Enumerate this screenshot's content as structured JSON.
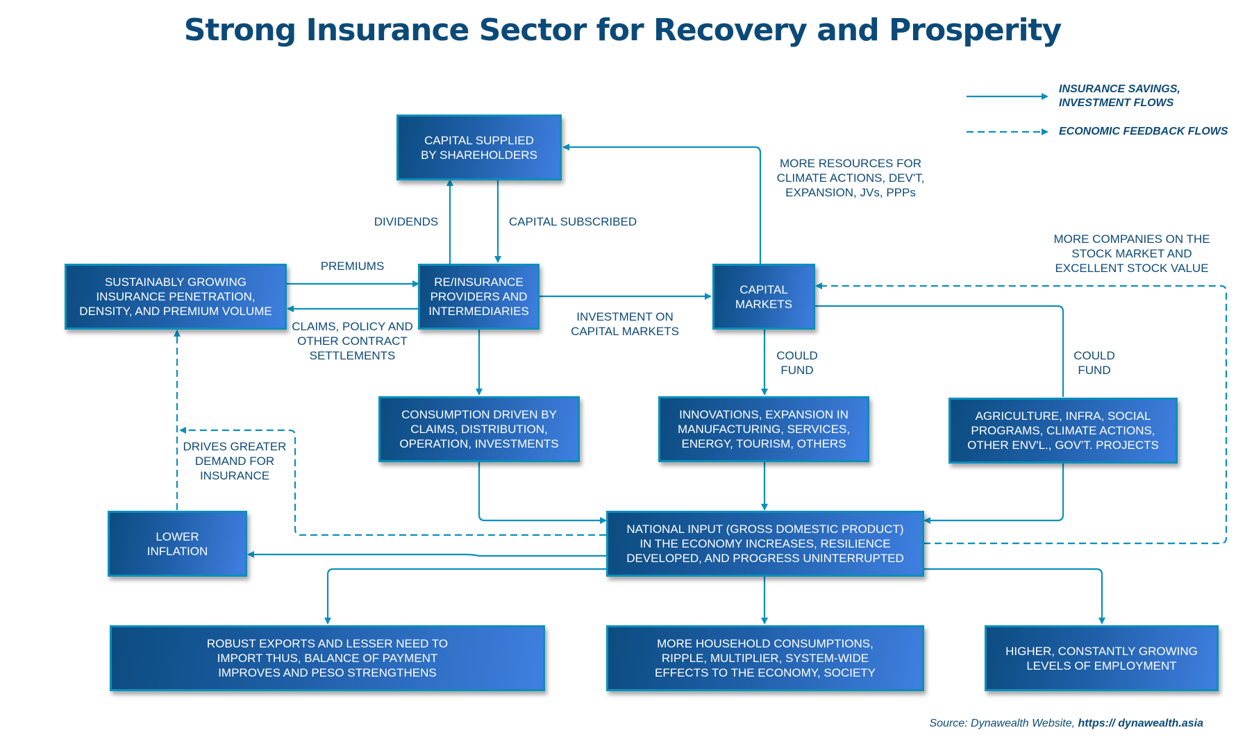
{
  "title": "Strong Insurance Sector for Recovery and Prosperity",
  "legend": {
    "solid": "INSURANCE SAVINGS,\nINVESTMENT FLOWS",
    "dashed": "ECONOMIC FEEDBACK FLOWS"
  },
  "colors": {
    "title": "#0b4a78",
    "line": "#0a8fbd",
    "node_dark": "#0c4c80",
    "node_light": "#3f7fe0"
  },
  "nodes": {
    "capital_supplied": "CAPITAL SUPPLIED\nBY SHAREHOLDERS",
    "growing_penetration": "SUSTAINABLY GROWING\nINSURANCE PENETRATION,\nDENSITY, AND PREMIUM VOLUME",
    "reinsurance": "RE/INSURANCE\nPROVIDERS AND\nINTERMEDIARIES",
    "capital_markets": "CAPITAL\nMARKETS",
    "consumption": "CONSUMPTION DRIVEN BY\nCLAIMS, DISTRIBUTION,\nOPERATION, INVESTMENTS",
    "innovations": "INNOVATIONS, EXPANSION IN\nMANUFACTURING, SERVICES,\nENERGY, TOURISM, OTHERS",
    "agriculture": "AGRICULTURE, INFRA, SOCIAL\nPROGRAMS, CLIMATE ACTIONS,\nOTHER ENV'L., GOV'T. PROJECTS",
    "lower_inflation": "LOWER\nINFLATION",
    "national_input": "NATIONAL INPUT (GROSS DOMESTIC PRODUCT)\nIN THE ECONOMY INCREASES, RESILIENCE\nDEVELOPED, AND PROGRESS UNINTERRUPTED",
    "exports": "ROBUST EXPORTS AND LESSER NEED TO\nIMPORT THUS, BALANCE OF PAYMENT\nIMPROVES AND PESO STRENGTHENS",
    "household": "MORE HOUSEHOLD CONSUMPTIONS,\nRIPPLE, MULTIPLIER, SYSTEM-WIDE\nEFFECTS TO THE ECONOMY, SOCIETY",
    "employment": "HIGHER, CONSTANTLY GROWING\nLEVELS OF EMPLOYMENT"
  },
  "labels": {
    "more_resources": "MORE RESOURCES FOR\nCLIMATE ACTIONS, DEV'T,\nEXPANSION, JVs, PPPs",
    "dividends": "DIVIDENDS",
    "capital_subscribed": "CAPITAL SUBSCRIBED",
    "premiums": "PREMIUMS",
    "claims": "CLAIMS, POLICY AND\nOTHER CONTRACT\nSETTLEMENTS",
    "investment": "INVESTMENT ON\nCAPITAL MARKETS",
    "more_companies": "MORE COMPANIES ON THE\nSTOCK MARKET AND\nEXCELLENT STOCK VALUE",
    "could_fund_1": "COULD\nFUND",
    "could_fund_2": "COULD\nFUND",
    "drives_demand": "DRIVES GREATER\nDEMAND FOR\nINSURANCE"
  },
  "source": {
    "prefix": "Source: Dynawealth Website,",
    "url": "https:// dynawealth.asia"
  }
}
